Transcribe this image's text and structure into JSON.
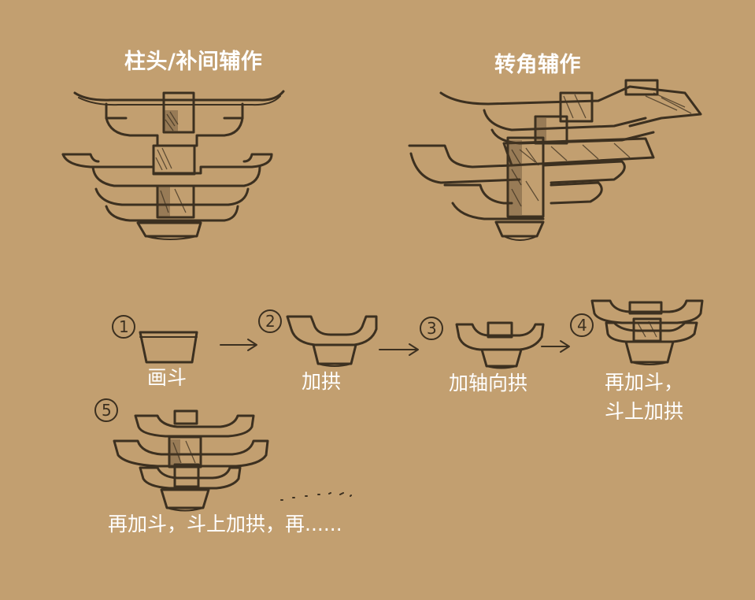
{
  "background_color": "#c29f70",
  "ink_color": "#3c3020",
  "text_color": "#ffffff",
  "titles": {
    "column_head": "柱头/补间辅作",
    "corner": "转角辅作"
  },
  "steps": [
    {
      "number": "1",
      "label": "画斗"
    },
    {
      "number": "2",
      "label": "加拱"
    },
    {
      "number": "3",
      "label": "加轴向拱"
    },
    {
      "number": "4",
      "label_line1": "再加斗，",
      "label_line2": "斗上加拱"
    },
    {
      "number": "5",
      "label": "再加斗，斗上加拱，再......"
    }
  ]
}
